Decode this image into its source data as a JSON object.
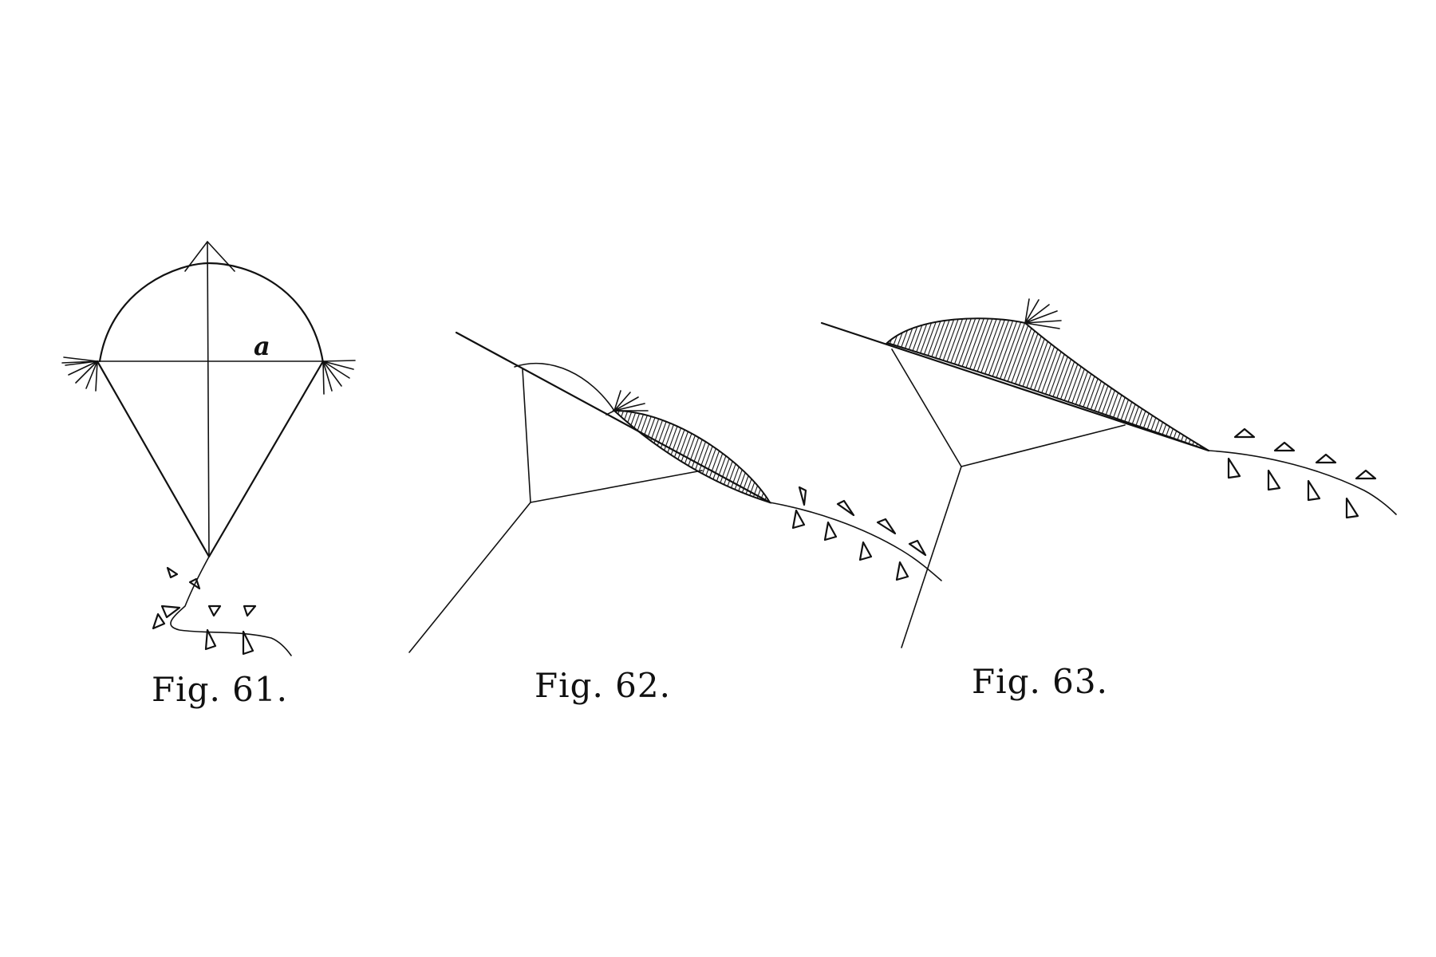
{
  "figures": [
    {
      "id": "61",
      "caption": "Fig. 61.",
      "label": "a"
    },
    {
      "id": "62",
      "caption": "Fig. 62."
    },
    {
      "id": "63",
      "caption": "Fig. 63."
    }
  ],
  "colors": {
    "ink": "#111111",
    "paper": "#ffffff"
  }
}
